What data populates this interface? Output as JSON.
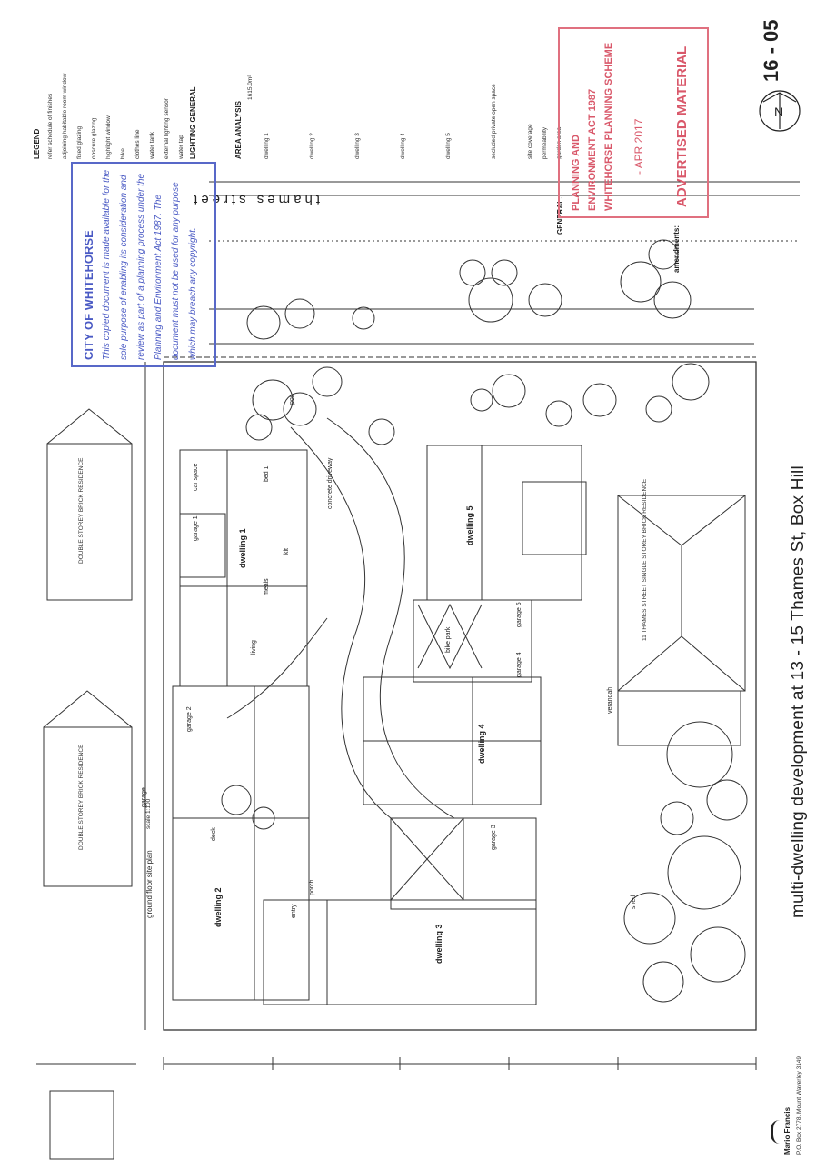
{
  "title": "multi-dwelling development at 13 - 15 Thames St, Box Hill",
  "subtitle": "ground floor site plan",
  "scale": "scale 1:100",
  "street": "thames street",
  "sheet_number": "16 - 05",
  "legend": {
    "heading": "LEGEND",
    "items": [
      "refer schedule of finishes",
      "adjoining habitable room window",
      "fixed glazing",
      "obscure glazing",
      "highlight window",
      "bike",
      "clothes line",
      "water tank",
      "external lighting sensor",
      "water tap"
    ]
  },
  "lighting": {
    "heading": "LIGHTING GENERAL"
  },
  "area_analysis": {
    "heading": "AREA ANALYSIS",
    "site_area": "1615.0m²",
    "rows": [
      "dwelling 1",
      "dwelling 2",
      "dwelling 3",
      "dwelling 4",
      "dwelling 5",
      "secluded private open space",
      "site coverage",
      "permeability",
      "garden area"
    ]
  },
  "general": {
    "heading": "GENERAL:"
  },
  "amendments": {
    "heading": "amendments:"
  },
  "stamps": {
    "council": {
      "heading": "CITY OF WHITEHORSE",
      "body": "This copied document is made available for the sole purpose of enabling its consideration and review as part of a planning process under the Planning and Environment Act 1987. The document must not be used for any purpose which may breach any copyright."
    },
    "advertised": {
      "line1": "PLANNING AND",
      "line2": "ENVIRONMENT ACT 1987",
      "line3": "WHITEHORSE PLANNING SCHEME",
      "date": "- APR 2017",
      "label": "ADVERTISED MATERIAL"
    }
  },
  "rooms": {
    "dwelling1": "dwelling 1",
    "dwelling2": "dwelling 2",
    "dwelling3": "dwelling 3",
    "dwelling4": "dwelling 4",
    "dwelling5": "dwelling 5",
    "garage1": "garage 1",
    "garage2": "garage 2",
    "garage3": "garage 3",
    "garage4": "garage 4",
    "garage5": "garage 5",
    "bed1": "bed 1",
    "living": "living",
    "meals": "meals",
    "kit": "kit",
    "pos": "pos",
    "porch": "porch",
    "entry": "entry",
    "deck": "deck",
    "shed": "shed",
    "car_space": "car space",
    "bike_park": "bike park",
    "concrete_driveway": "concrete driveway",
    "verandah": "verandah",
    "garage_neighbour": "garage"
  },
  "neighbour_notes": {
    "north": "DOUBLE STOREY BRICK RESIDENCE",
    "south": "DOUBLE STOREY BRICK RESIDENCE",
    "east": "11 THAMES STREET SINGLE STOREY BRICK RESIDENCE"
  },
  "architect": {
    "name": "Mario Francis",
    "contact": "P.O. Box 2778, Mount Waverley 3149"
  },
  "colors": {
    "ink": "#222222",
    "stamp_blue": "#4a5ac4",
    "stamp_red": "#d9586a"
  }
}
